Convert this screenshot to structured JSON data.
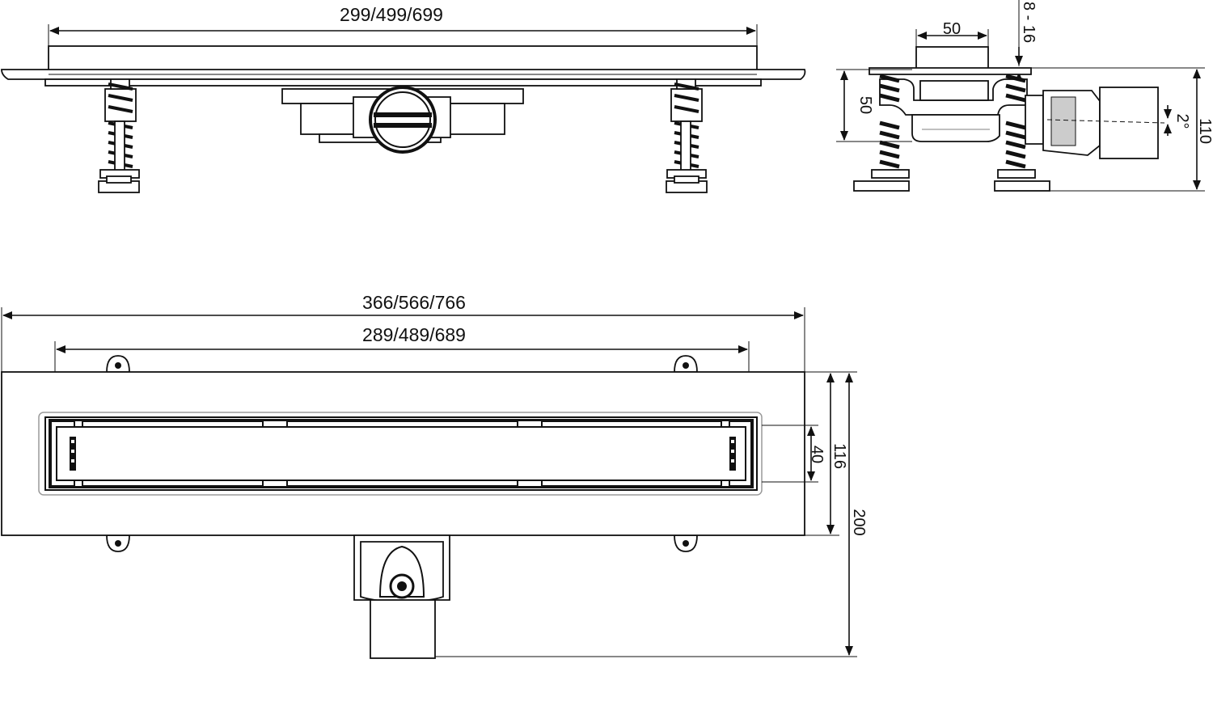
{
  "dimensions": {
    "front_length": "299/499/699",
    "side_width": "50",
    "side_adjust": "8 - 16",
    "side_height_left": "50",
    "side_height_right": "110",
    "side_angle": "2°",
    "top_total": "366/566/766",
    "top_inner": "289/489/689",
    "top_slot": "40",
    "top_frame": "116",
    "top_total_depth": "200"
  },
  "colors": {
    "line": "#111111",
    "background": "#ffffff"
  }
}
